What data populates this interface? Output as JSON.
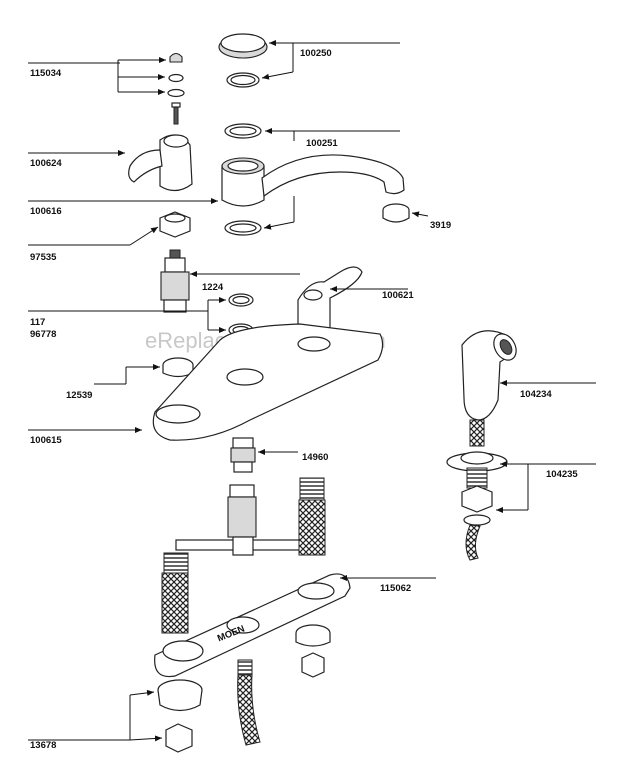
{
  "watermark": "eReplacementParts.com",
  "labels": {
    "p100250": "100250",
    "p115034": "115034",
    "p100251": "100251",
    "p100624": "100624",
    "p100616": "100616",
    "p3919": "3919",
    "p97535": "97535",
    "p1224": "1224",
    "p100621": "100621",
    "p117": "117",
    "p96778": "96778",
    "p12539": "12539",
    "p104234": "104234",
    "p100615": "100615",
    "p14960": "14960",
    "p104235": "104235",
    "p115062": "115062",
    "p13678": "13678"
  },
  "logo_text": "MOEN"
}
